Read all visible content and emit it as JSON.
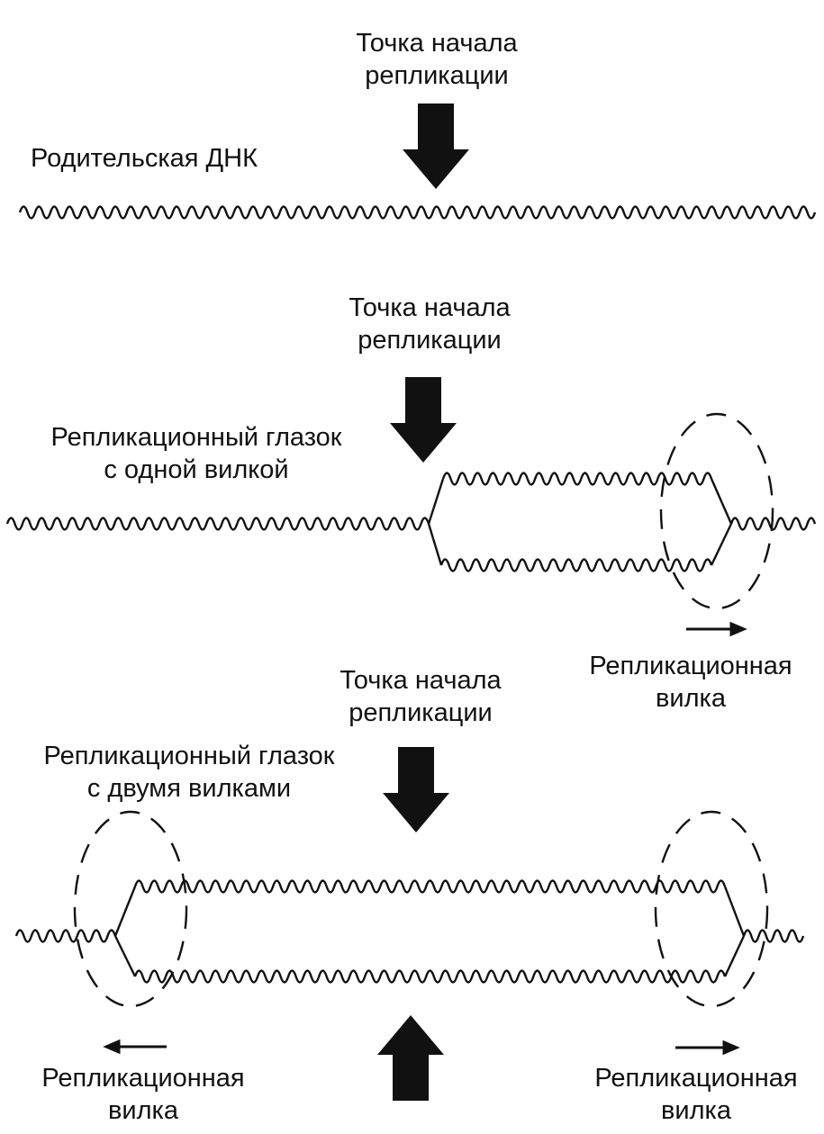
{
  "panel1": {
    "origin_label": [
      "Точка начала",
      "репликации"
    ],
    "dna_label": "Родительская ДНК"
  },
  "panel2": {
    "origin_label": [
      "Точка начала",
      "репликации"
    ],
    "eye_label": [
      "Репликационный глазок",
      "с одной вилкой"
    ],
    "fork_label": [
      "Репликационная",
      "вилка"
    ]
  },
  "panel3": {
    "origin_label": [
      "Точка начала",
      "репликации"
    ],
    "eye_label": [
      "Репликационный глазок",
      "с двумя вилками"
    ],
    "fork_left_label": [
      "Репликационная",
      "вилка"
    ],
    "fork_right_label": [
      "Репликационная",
      "вилка"
    ]
  },
  "colors": {
    "ink": "#111111",
    "background": "#ffffff"
  }
}
